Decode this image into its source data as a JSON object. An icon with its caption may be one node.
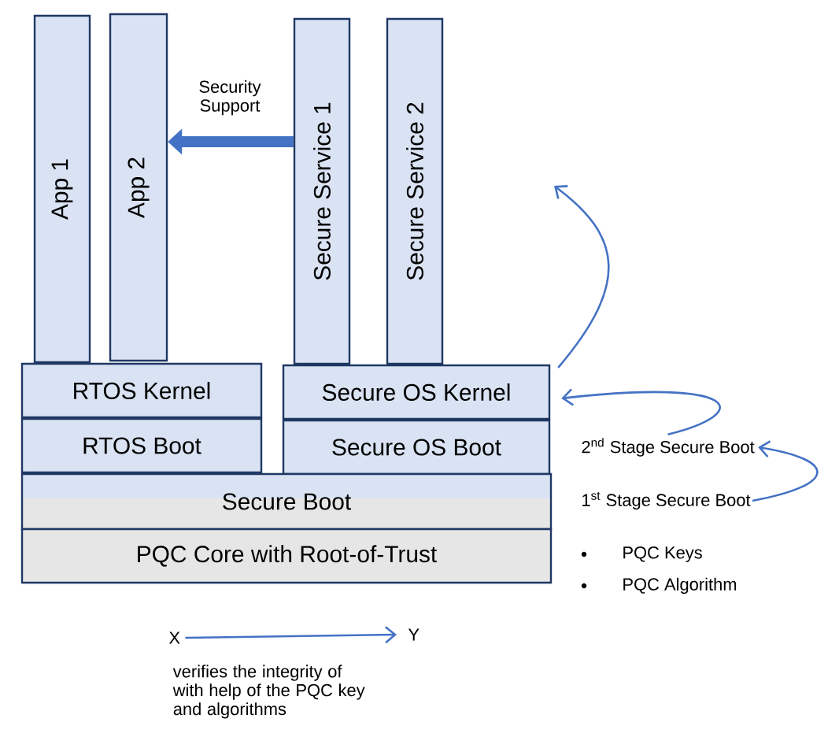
{
  "diagram": {
    "nodes": [
      {
        "text": [
          "App 1"
        ]
      },
      {
        "text": [
          "App 2"
        ]
      },
      {
        "text": [
          "Secure Service 1"
        ]
      },
      {
        "text": [
          "Secure Service 2"
        ]
      },
      {
        "text": [
          "RTOS Kernel"
        ]
      },
      {
        "text": [
          "RTOS Boot"
        ]
      },
      {
        "text": [
          "Secure OS Kernel"
        ]
      },
      {
        "text": [
          "Secure OS Boot"
        ]
      },
      {
        "text": [
          "Secure Boot"
        ]
      },
      {
        "text": [
          "PQC Core with Root-of-Trust"
        ]
      },
      {
        "text": [
          "2$^{nd}$ Stage Secure Boot"
        ]
      },
      {
        "text": [
          "1$^{st}$ Stage Secure Boot"
        ]
      },
      {
        "text": [
          "X"
        ]
      },
      {
        "text": [
          "Y"
        ]
      }
    ],
    "edges": [
      {
        "from": 2,
        "to": 1,
        "arrow": "to",
        "label": "Security Support",
        "style": "thick"
      },
      {
        "from": 6,
        "to": null,
        "arrow": "to"
      },
      {
        "from": 10,
        "to": 6,
        "arrow": "to"
      },
      {
        "from": 11,
        "to": 10,
        "arrow": "to"
      },
      {
        "from": 12,
        "to": 13,
        "arrow": "to",
        "label": "verifies the integrity of with help of the PQC key and algorithms"
      }
    ],
    "labels": [
      "PQC Keys",
      "PQC Algorithm"
    ]
  }
}
